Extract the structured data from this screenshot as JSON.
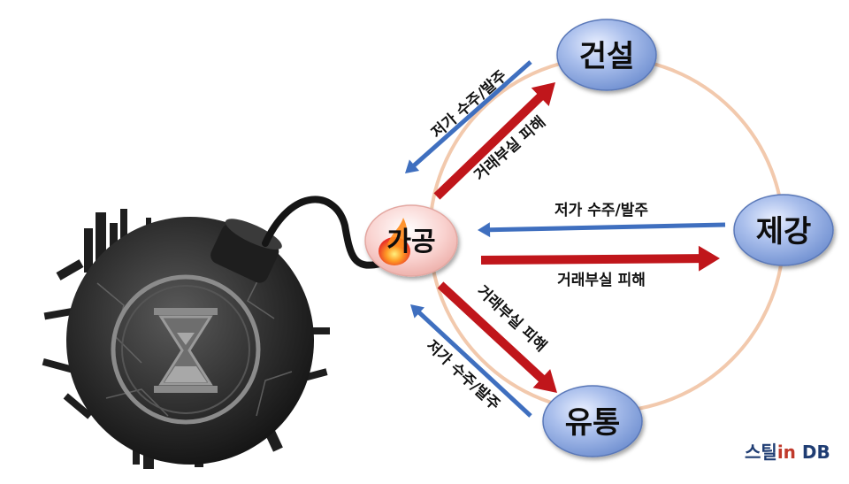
{
  "nodes": {
    "construction": "건설",
    "steelmaking": "제강",
    "distribution": "유통",
    "processing": "가공"
  },
  "edges": {
    "low_price_order": "저가 수주/발주",
    "bad_debt_damage": "거래부실 피해"
  },
  "brand": {
    "part1": "스틸",
    "part2": "in",
    "part3": " DB"
  },
  "colors": {
    "low_price_arrow": "#3f6fbf",
    "bad_debt_arrow": "#c0161b",
    "cycle_ring": "#f2c9ad",
    "node_fill": "#9fb5e6",
    "processing_fill": "#f7c8c4",
    "bomb": "#1e1e1e"
  },
  "icons": {
    "bomb": "bomb-with-hourglass-icon",
    "flame": "flame-icon"
  }
}
